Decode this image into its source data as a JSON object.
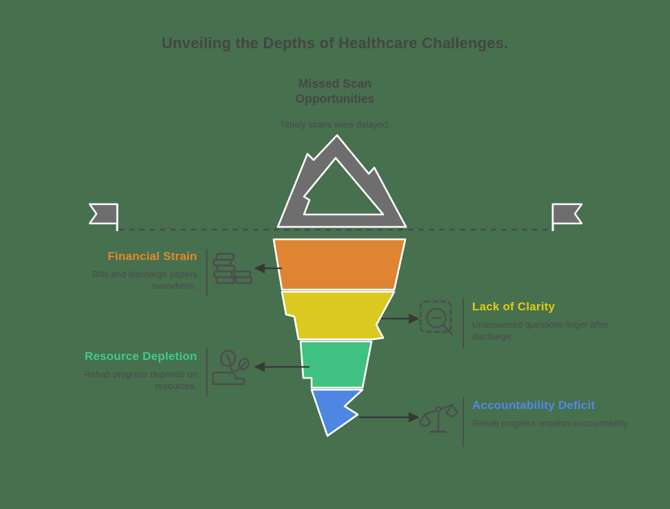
{
  "title": "Unveiling the Depths of Healthcare Challenges.",
  "summit": {
    "heading": "Missed Scan Opportunities",
    "description": "Timely scans were delayed."
  },
  "items": [
    {
      "id": "financial-strain",
      "side": "left",
      "heading": "Financial Strain",
      "description": "Bills and discharge papers overwhelm.",
      "color": "#E2892B",
      "icon": "coins-stack-icon"
    },
    {
      "id": "lack-of-clarity",
      "side": "right",
      "heading": "Lack of Clarity",
      "description": "Unanswered questions linger after discharge.",
      "color": "#DFCB16",
      "icon": "magnifier-zoom-out-icon"
    },
    {
      "id": "resource-depletion",
      "side": "left",
      "heading": "Resource Depletion",
      "description": "Rehab progress depends on resources.",
      "color": "#3FC98C",
      "icon": "plant-sprout-icon"
    },
    {
      "id": "accountability-deficit",
      "side": "right",
      "heading": "Accountability Deficit",
      "description": "Rehab progress requires accountability.",
      "color": "#5189E8",
      "icon": "balance-scale-icon"
    }
  ],
  "iceberg": {
    "above_water_color": "#6E6E6E",
    "segments": [
      {
        "label": "Financial Strain",
        "color": "#DE8432"
      },
      {
        "label": "Lack of Clarity",
        "color": "#DCC91F"
      },
      {
        "label": "Resource Depletion",
        "color": "#3EC183"
      },
      {
        "label": "Accountability Deficit",
        "color": "#4E86E2"
      }
    ]
  },
  "colors": {
    "background": "#47704E",
    "title_text": "#454545",
    "body_text": "#4B4B4B",
    "icon_stroke": "#4D4D4D",
    "outline_white": "#FFFFFF",
    "waterline": "#4A4A4A",
    "arrow": "#383838",
    "flag": "#6E6E6E"
  }
}
